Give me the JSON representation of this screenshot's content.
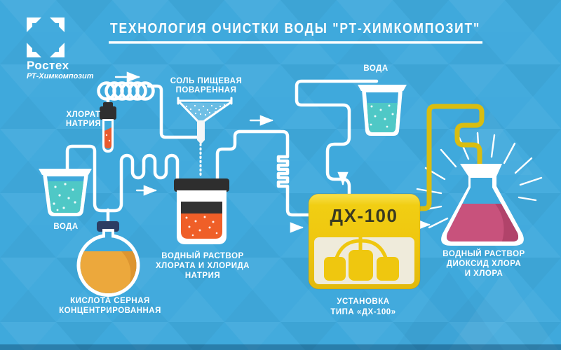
{
  "title": "ТЕХНОЛОГИЯ ОЧИСТКИ ВОДЫ \"РТ-ХИМКОМПОЗИТ\"",
  "logo": {
    "brand": "Ростех",
    "division": "РТ-Химкомпозит"
  },
  "unit": {
    "name": "ДХ-100"
  },
  "labels": {
    "sodium_chlorate": [
      "ХЛОРАТ",
      "НАТРИЯ"
    ],
    "water_left": [
      "ВОДА"
    ],
    "table_salt": [
      "СОЛЬ ПИЩЕВАЯ",
      "ПОВАРЕННАЯ"
    ],
    "sulfuric_acid": [
      "КИСЛОТА СЕРНАЯ",
      "КОНЦЕНТРИРОВАННАЯ"
    ],
    "chlorate_solution": [
      "ВОДНЫЙ РАСТВОР",
      "ХЛОРАТА И ХЛОРИДА",
      "НАТРИЯ"
    ],
    "water_right": [
      "ВОДА"
    ],
    "unit_caption": [
      "УСТАНОВКА",
      "ТИПА «ДХ-100»"
    ],
    "output_solution": [
      "ВОДНЫЙ РАСТВОР",
      "ДИОКСИД ХЛОРА",
      "И ХЛОРА"
    ]
  },
  "colors": {
    "background": "#3FA9DC",
    "tube_white": "#FFFFFF",
    "accent_yellow": "#EFC70F",
    "yellow_tube": "#D9BD10",
    "water_teal": "#4FC8C6",
    "chlorate_orange": "#E85A2E",
    "solution_orange": "#EF5F28",
    "acid_amber": "#ECA83C",
    "output_pink": "#C8527C",
    "lid_black": "#2E2E2E",
    "stopper_navy": "#2C3D63",
    "unit_panel_cream": "#EFEBDB"
  }
}
